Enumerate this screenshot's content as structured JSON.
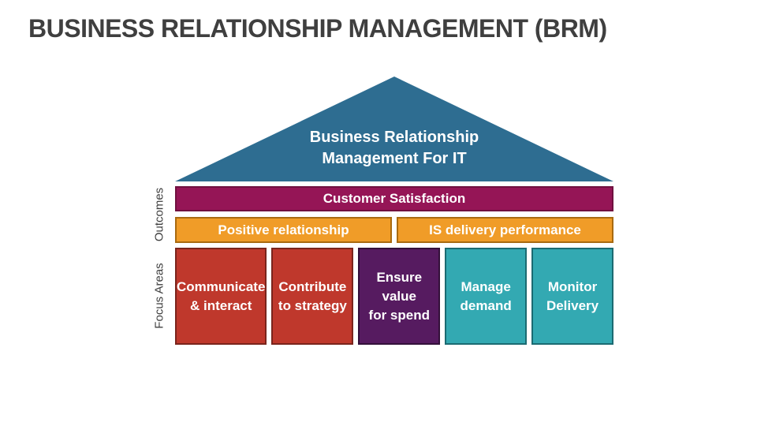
{
  "title": "BUSINESS RELATIONSHIP MANAGEMENT (BRM)",
  "colors": {
    "title_text": "#3f3f3f",
    "roof_fill": "#2e6d91",
    "customer_satisfaction_fill": "#951556",
    "outcomes_orange_fill": "#f09c28",
    "focus_red_fill": "#bf382c",
    "focus_purple_fill": "#561b60",
    "focus_teal_fill": "#33a9b2",
    "text_on_fill": "#ffffff"
  },
  "roof": {
    "label": "Business Relationship\nManagement For IT",
    "fill": "#2e6d91"
  },
  "outcomes": {
    "side_label": "Outcomes",
    "row1": {
      "label": "Customer Satisfaction",
      "fill": "#951556",
      "border": "#70103f"
    },
    "row2": [
      {
        "label": "Positive relationship",
        "fill": "#f09c28",
        "border": "#a96a10"
      },
      {
        "label": "IS delivery performance",
        "fill": "#f09c28",
        "border": "#a96a10"
      }
    ]
  },
  "focus": {
    "side_label": "Focus Areas",
    "cells": [
      {
        "label": "Communicate\n& interact",
        "fill": "#bf382c",
        "border": "#7a241c"
      },
      {
        "label": "Contribute\nto strategy",
        "fill": "#bf382c",
        "border": "#7a241c"
      },
      {
        "label": "Ensure value\nfor spend",
        "fill": "#561b60",
        "border": "#33103a"
      },
      {
        "label": "Manage\ndemand",
        "fill": "#33a9b2",
        "border": "#1b6b72"
      },
      {
        "label": "Monitor\nDelivery",
        "fill": "#33a9b2",
        "border": "#1b6b72"
      }
    ]
  }
}
